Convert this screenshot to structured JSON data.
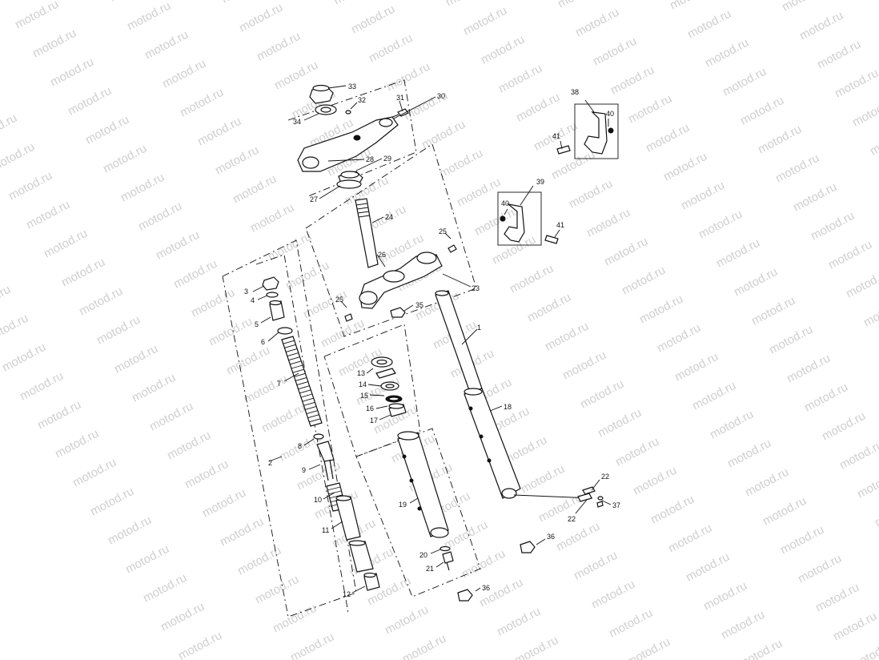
{
  "watermark": {
    "text": "motod.ru"
  },
  "callouts": {
    "c1": "1",
    "c2": "2",
    "c3": "3",
    "c4": "4",
    "c5": "5",
    "c6": "6",
    "c7": "7",
    "c8": "8",
    "c9": "9",
    "c10": "10",
    "c11": "11",
    "c12": "12",
    "c13": "13",
    "c14": "14",
    "c15": "15",
    "c16": "16",
    "c17": "17",
    "c18": "18",
    "c19": "19",
    "c20": "20",
    "c21": "21",
    "c22a": "22",
    "c22b": "22",
    "c23": "23",
    "c24": "24",
    "c25a": "25",
    "c25b": "25",
    "c26": "26",
    "c27": "27",
    "c28": "28",
    "c29": "29",
    "c30": "30",
    "c31": "31",
    "c32": "32",
    "c33": "33",
    "c34": "34",
    "c35": "35",
    "c36a": "36",
    "c36b": "36",
    "c37": "37",
    "c38": "38",
    "c39": "39",
    "c40a": "40",
    "c40b": "40",
    "c41a": "41",
    "c41b": "41"
  }
}
